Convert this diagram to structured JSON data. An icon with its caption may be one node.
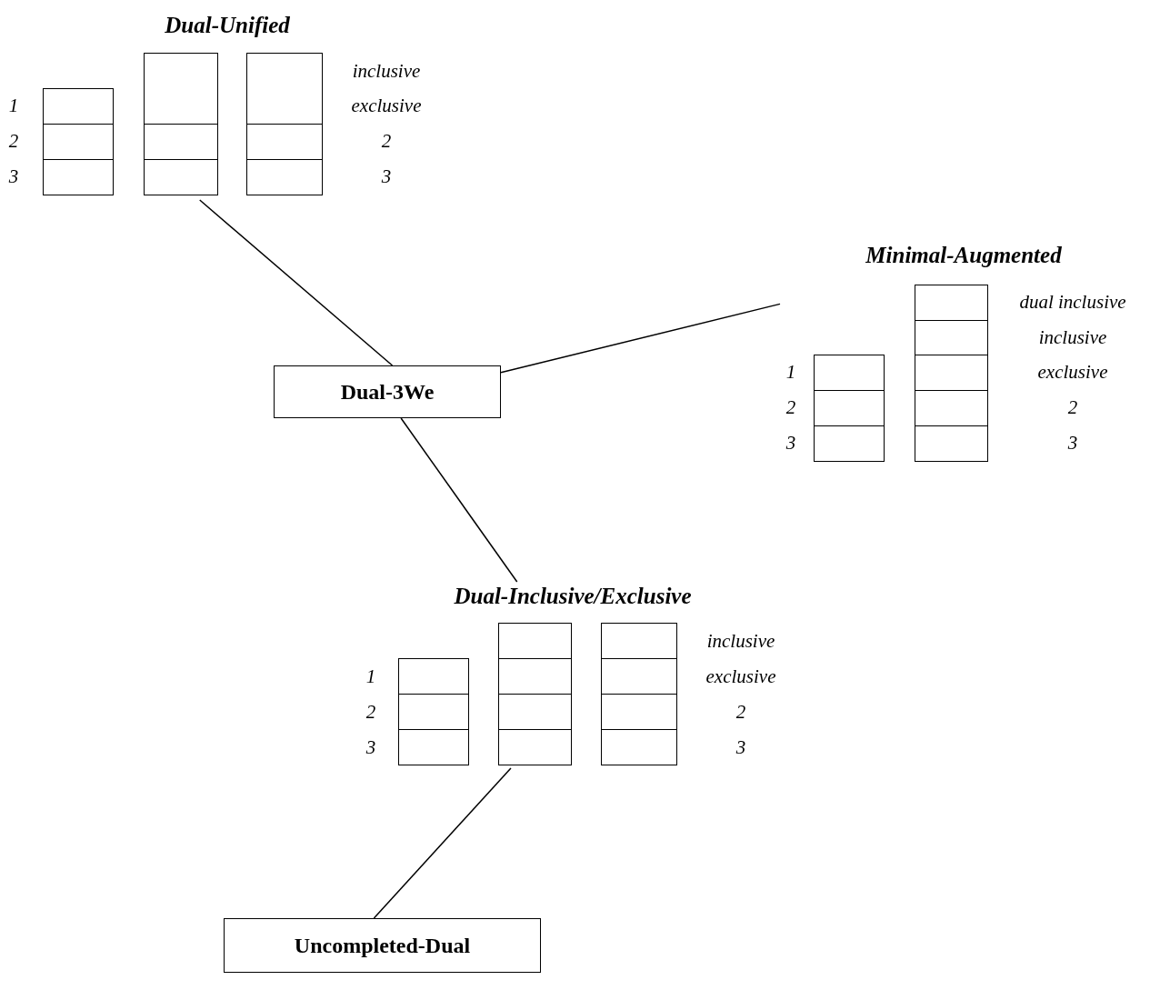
{
  "diagram": {
    "nodes": [
      {
        "text": [
          "Dual-Unified"
        ],
        "beside": [
          "1",
          "2",
          "3",
          "inclusive",
          "exclusive",
          "2",
          "3"
        ]
      },
      {
        "text": [
          "Minimal-Augmented"
        ],
        "beside": [
          "1",
          "2",
          "3",
          "dual inclusive",
          "inclusive",
          "exclusive",
          "2",
          "3"
        ]
      },
      {
        "text": [
          "Dual-3We"
        ]
      },
      {
        "text": [
          "Dual-Inclusive/Exclusive"
        ],
        "beside": [
          "1",
          "2",
          "3",
          "inclusive",
          "exclusive",
          "2",
          "3"
        ]
      },
      {
        "text": [
          "Uncompleted-Dual"
        ]
      }
    ],
    "edges": [
      {
        "from": 0,
        "to": 2,
        "arrow": "none"
      },
      {
        "from": 2,
        "to": 1,
        "arrow": "none"
      },
      {
        "from": 2,
        "to": 3,
        "arrow": "none"
      },
      {
        "from": 3,
        "to": 4,
        "arrow": "none"
      }
    ]
  }
}
